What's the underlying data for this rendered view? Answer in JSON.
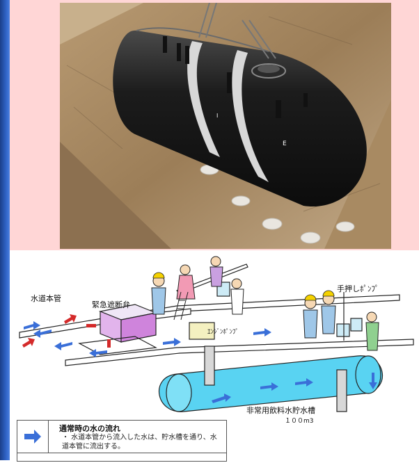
{
  "labels": {
    "main_pipe": "水道本管",
    "valve": "緊急遮断弁",
    "hand_pump": "手押しﾎﾟﾝﾌﾟ",
    "engine_pump": "ｴﾝｼﾞﾝﾎﾟﾝﾌﾟ",
    "tank_name": "非常用飲料水貯水槽",
    "tank_capacity": "１００m3"
  },
  "legend": {
    "title": "通常時の水の流れ",
    "description": "・ 水道本管から流入した水は、貯水槽を通り、水道本管に流出する。"
  },
  "colors": {
    "flow_arrow": "#3a6fd8",
    "tank_fill": "#4fd0f0",
    "valve_fill": "#d98be0",
    "emergency_arrow": "#d42a2a",
    "side_bar": "#2f62c4",
    "pink_bg": "#ffd6d6"
  }
}
